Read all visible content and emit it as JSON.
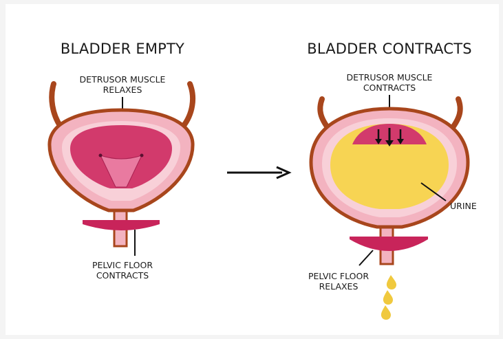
{
  "left_panel": {
    "title": "BLADDER EMPTY",
    "detrusor_label_line1": "DETRUSOR MUSCLE",
    "detrusor_label_line2": "RELAXES",
    "pelvic_label_line1": "PELVIC FLOOR",
    "pelvic_label_line2": "CONTRACTS"
  },
  "right_panel": {
    "title": "BLADDER CONTRACTS",
    "detrusor_label_line1": "DETRUSOR MUSCLE",
    "detrusor_label_line2": "CONTRACTS",
    "urine_label": "URINE",
    "pelvic_label_line1": "PELVIC FLOOR",
    "pelvic_label_line2": "RELAXES"
  },
  "colors": {
    "muscle_brown": "#a8461c",
    "bladder_pink": "#f3b3c0",
    "bladder_light": "#f8d0d8",
    "lumen_magenta": "#d23a6c",
    "urine_yellow": "#f7d453",
    "pelvic_floor": "#c8245a",
    "arrow_black": "#111111"
  }
}
